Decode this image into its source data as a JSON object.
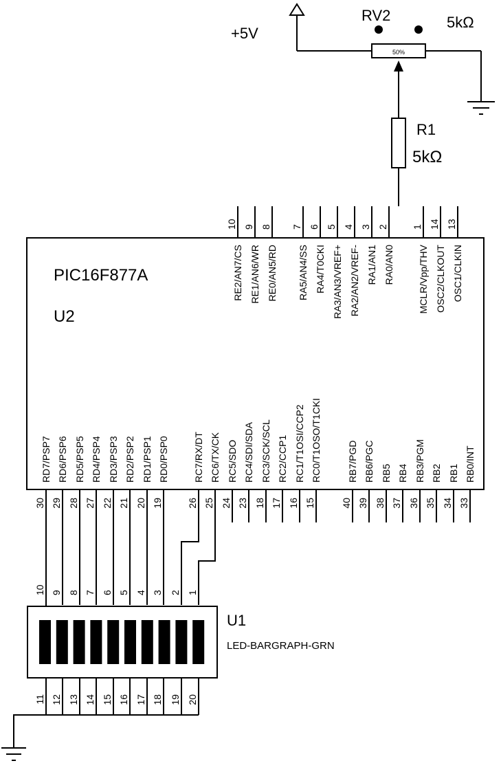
{
  "supply": {
    "label": "+5V"
  },
  "pot": {
    "ref": "RV2",
    "value": "5kΩ",
    "wiper": "50%"
  },
  "resistor": {
    "ref": "R1",
    "value": "5kΩ"
  },
  "mcu": {
    "part": "PIC16F877A",
    "ref": "U2",
    "top_pins": [
      {
        "num": "10",
        "label": "RE2/AN7/CS"
      },
      {
        "num": "9",
        "label": "RE1/AN6/WR"
      },
      {
        "num": "8",
        "label": "RE0/AN5/RD"
      },
      {
        "num": "7",
        "label": "RA5/AN4/SS"
      },
      {
        "num": "6",
        "label": "RA4/T0CKI"
      },
      {
        "num": "5",
        "label": "RA3/AN3/VREF+"
      },
      {
        "num": "4",
        "label": "RA2/AN2/VREF-"
      },
      {
        "num": "3",
        "label": "RA1/AN1"
      },
      {
        "num": "2",
        "label": "RA0/AN0"
      },
      {
        "num": "1",
        "label": "MCLR/Vpp/THV"
      },
      {
        "num": "14",
        "label": "OSC2/CLKOUT"
      },
      {
        "num": "13",
        "label": "OSC1/CLKIN"
      }
    ],
    "bottom_pins": [
      {
        "num": "30",
        "label": "RD7/PSP7"
      },
      {
        "num": "29",
        "label": "RD6/PSP6"
      },
      {
        "num": "28",
        "label": "RD5/PSP5"
      },
      {
        "num": "27",
        "label": "RD4/PSP4"
      },
      {
        "num": "22",
        "label": "RD3/PSP3"
      },
      {
        "num": "21",
        "label": "RD2/PSP2"
      },
      {
        "num": "20",
        "label": "RD1/PSP1"
      },
      {
        "num": "19",
        "label": "RD0/PSP0"
      },
      {
        "num": "26",
        "label": "RC7/RX/DT"
      },
      {
        "num": "25",
        "label": "RC6/TX/CK"
      },
      {
        "num": "24",
        "label": "RC5/SDO"
      },
      {
        "num": "23",
        "label": "RC4/SDI/SDA"
      },
      {
        "num": "18",
        "label": "RC3/SCK/SCL"
      },
      {
        "num": "17",
        "label": "RC2/CCP1"
      },
      {
        "num": "16",
        "label": "RC1/T1OSI/CCP2"
      },
      {
        "num": "15",
        "label": "RC0/T1OSO/T1CKI"
      },
      {
        "num": "40",
        "label": "RB7/PGD"
      },
      {
        "num": "39",
        "label": "RB6/PGC"
      },
      {
        "num": "38",
        "label": "RB5"
      },
      {
        "num": "37",
        "label": "RB4"
      },
      {
        "num": "36",
        "label": "RB3/PGM"
      },
      {
        "num": "35",
        "label": "RB2"
      },
      {
        "num": "34",
        "label": "RB1"
      },
      {
        "num": "33",
        "label": "RB0/INT"
      }
    ]
  },
  "bargraph": {
    "ref": "U1",
    "part": "LED-BARGRAPH-GRN",
    "top_pins": [
      "10",
      "9",
      "8",
      "7",
      "6",
      "5",
      "4",
      "3",
      "2",
      "1"
    ],
    "bottom_pins": [
      "11",
      "12",
      "13",
      "14",
      "15",
      "16",
      "17",
      "18",
      "19",
      "20"
    ]
  }
}
